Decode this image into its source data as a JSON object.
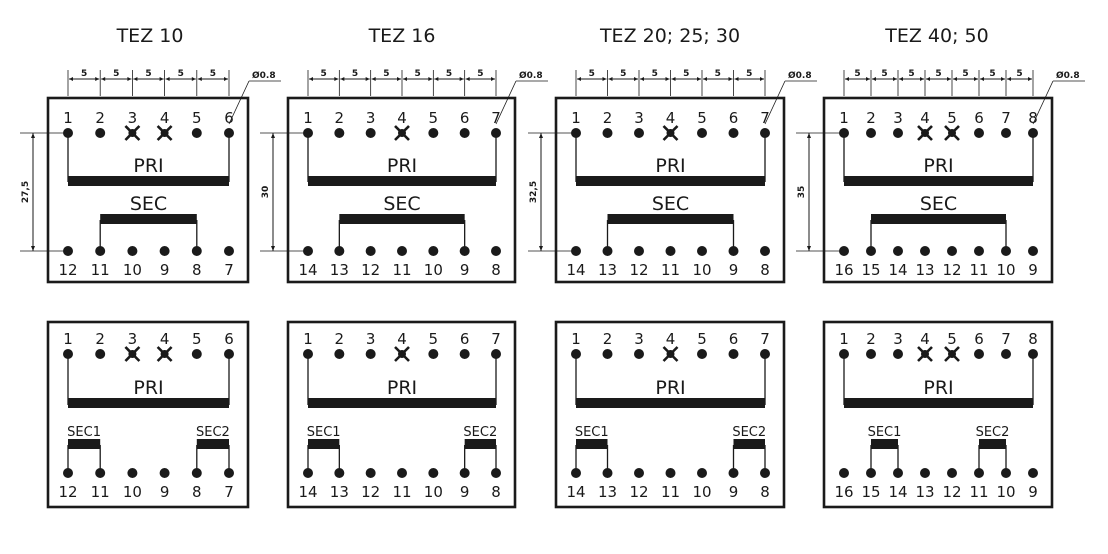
{
  "diagram": {
    "columns": [
      {
        "title": "TEZ 10",
        "top_pins": [
          "1",
          "2",
          "3",
          "4",
          "5",
          "6"
        ],
        "bottom_pins": [
          "12",
          "11",
          "10",
          "9",
          "8",
          "7"
        ],
        "missing_top": [
          2,
          3
        ],
        "pitch_labels": [
          "5",
          "5",
          "5",
          "5",
          "5"
        ],
        "diameter_label": "Ø0.8",
        "height_label": "27,5",
        "pri_label": "PRI",
        "sec_label": "SEC",
        "sec_span": [
          1,
          4
        ],
        "sec1_label": "SEC1",
        "sec2_label": "SEC2",
        "sec1_span": [
          0,
          1
        ],
        "sec2_span": [
          4,
          5
        ]
      },
      {
        "title": "TEZ 16",
        "top_pins": [
          "1",
          "2",
          "3",
          "4",
          "5",
          "6",
          "7"
        ],
        "bottom_pins": [
          "14",
          "13",
          "12",
          "11",
          "10",
          "9",
          "8"
        ],
        "missing_top": [
          3
        ],
        "pitch_labels": [
          "5",
          "5",
          "5",
          "5",
          "5",
          "5"
        ],
        "diameter_label": "Ø0.8",
        "height_label": "30",
        "pri_label": "PRI",
        "sec_label": "SEC",
        "sec_span": [
          1,
          5
        ],
        "sec1_label": "SEC1",
        "sec2_label": "SEC2",
        "sec1_span": [
          0,
          1
        ],
        "sec2_span": [
          5,
          6
        ]
      },
      {
        "title": "TEZ 20; 25; 30",
        "top_pins": [
          "1",
          "2",
          "3",
          "4",
          "5",
          "6",
          "7"
        ],
        "bottom_pins": [
          "14",
          "13",
          "12",
          "11",
          "10",
          "9",
          "8"
        ],
        "missing_top": [
          3
        ],
        "pitch_labels": [
          "5",
          "5",
          "5",
          "5",
          "5",
          "5"
        ],
        "diameter_label": "Ø0.8",
        "height_label": "32,5",
        "pri_label": "PRI",
        "sec_label": "SEC",
        "sec_span": [
          1,
          5
        ],
        "sec1_label": "SEC1",
        "sec2_label": "SEC2",
        "sec1_span": [
          0,
          1
        ],
        "sec2_span": [
          5,
          6
        ]
      },
      {
        "title": "TEZ 40; 50",
        "top_pins": [
          "1",
          "2",
          "3",
          "4",
          "5",
          "6",
          "7",
          "8"
        ],
        "bottom_pins": [
          "16",
          "15",
          "14",
          "13",
          "12",
          "11",
          "10",
          "9"
        ],
        "missing_top": [
          3,
          4
        ],
        "pitch_labels": [
          "5",
          "5",
          "5",
          "5",
          "5",
          "5",
          "5"
        ],
        "diameter_label": "Ø0.8",
        "height_label": "35",
        "pri_label": "PRI",
        "sec_label": "SEC",
        "sec_span": [
          1,
          6
        ],
        "sec1_label": "SEC1",
        "sec2_label": "SEC2",
        "sec1_span": [
          1,
          2
        ],
        "sec2_span": [
          5,
          6
        ]
      }
    ]
  }
}
